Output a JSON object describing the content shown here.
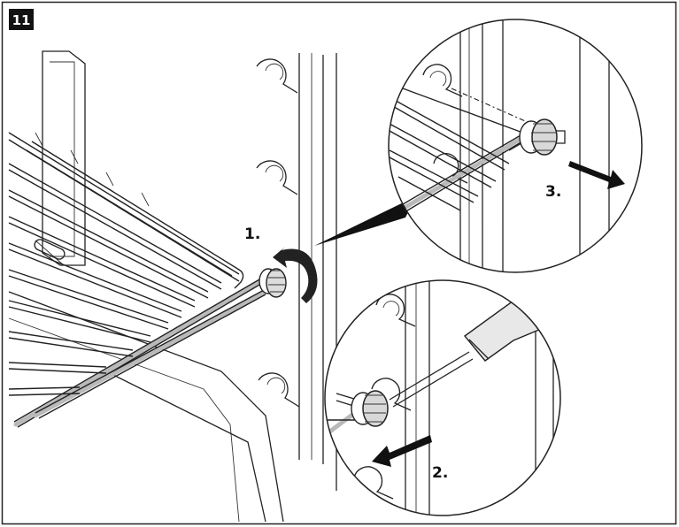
{
  "figure": {
    "step_number": "11",
    "labels": {
      "step1": "1.",
      "step2": "2.",
      "step3": "3."
    }
  },
  "icons": [
    "rotate-arrow-icon",
    "pull-out-arrow-icon",
    "screwdriver-icon",
    "rail-nut-icon"
  ]
}
